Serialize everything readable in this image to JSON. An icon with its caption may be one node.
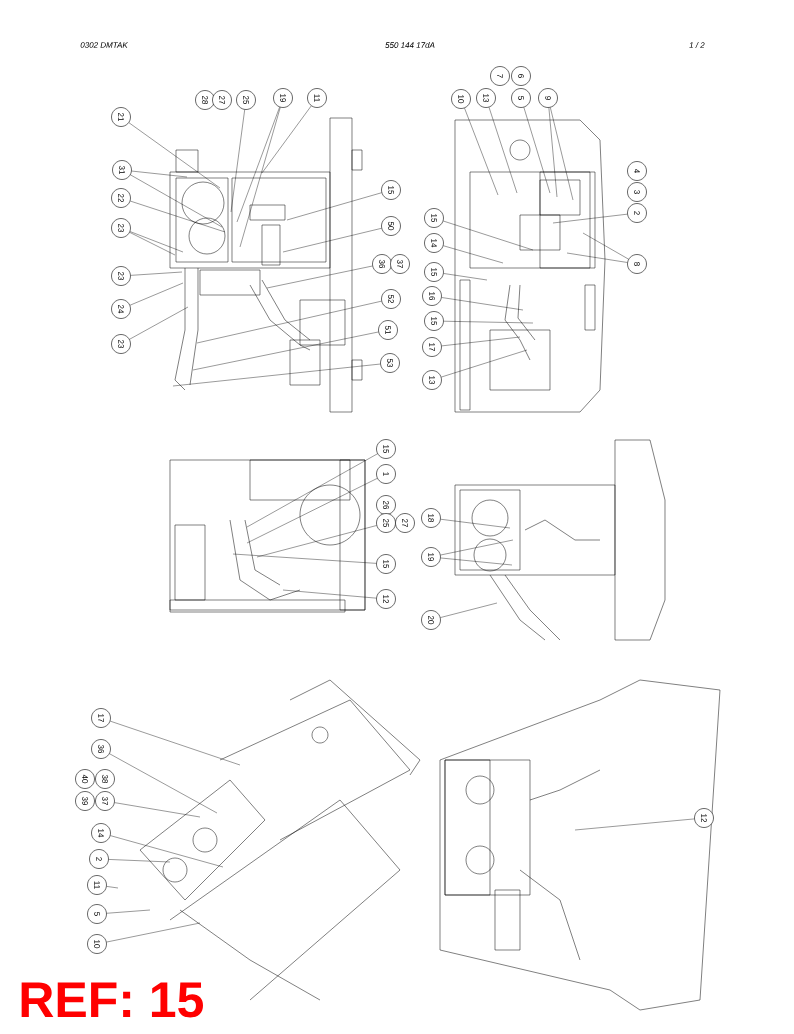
{
  "diagram": {
    "nodes": [
      {
        "text": [
          "21"
        ]
      },
      {
        "text": [
          "28"
        ]
      },
      {
        "text": [
          "27"
        ]
      },
      {
        "text": [
          "25"
        ]
      },
      {
        "text": [
          "19"
        ]
      },
      {
        "text": [
          "11"
        ]
      },
      {
        "text": [
          "31"
        ]
      },
      {
        "text": [
          "22"
        ]
      },
      {
        "text": [
          "23"
        ]
      },
      {
        "text": [
          "23"
        ]
      },
      {
        "text": [
          "24"
        ]
      },
      {
        "text": [
          "23"
        ]
      },
      {
        "text": [
          "15"
        ]
      },
      {
        "text": [
          "50"
        ]
      },
      {
        "text": [
          "36"
        ]
      },
      {
        "text": [
          "37"
        ]
      },
      {
        "text": [
          "52"
        ]
      },
      {
        "text": [
          "51"
        ]
      },
      {
        "text": [
          "53"
        ]
      },
      {
        "text": [
          "7"
        ]
      },
      {
        "text": [
          "6"
        ]
      },
      {
        "text": [
          "10"
        ]
      },
      {
        "text": [
          "13"
        ]
      },
      {
        "text": [
          "5"
        ]
      },
      {
        "text": [
          "9"
        ]
      },
      {
        "text": [
          "4"
        ]
      },
      {
        "text": [
          "3"
        ]
      },
      {
        "text": [
          "2"
        ]
      },
      {
        "text": [
          "8"
        ]
      },
      {
        "text": [
          "15"
        ]
      },
      {
        "text": [
          "14"
        ]
      },
      {
        "text": [
          "15"
        ]
      },
      {
        "text": [
          "16"
        ]
      },
      {
        "text": [
          "15"
        ]
      },
      {
        "text": [
          "17"
        ]
      },
      {
        "text": [
          "13"
        ]
      },
      {
        "text": [
          "15"
        ]
      },
      {
        "text": [
          "1"
        ]
      },
      {
        "text": [
          "26"
        ]
      },
      {
        "text": [
          "25"
        ]
      },
      {
        "text": [
          "27"
        ]
      },
      {
        "text": [
          "15"
        ]
      },
      {
        "text": [
          "12"
        ]
      },
      {
        "text": [
          "18"
        ]
      },
      {
        "text": [
          "19"
        ]
      },
      {
        "text": [
          "20"
        ]
      },
      {
        "text": [
          "17"
        ]
      },
      {
        "text": [
          "36"
        ]
      },
      {
        "text": [
          "40"
        ]
      },
      {
        "text": [
          "38"
        ]
      },
      {
        "text": [
          "39"
        ]
      },
      {
        "text": [
          "37"
        ]
      },
      {
        "text": [
          "14"
        ]
      },
      {
        "text": [
          "2"
        ]
      },
      {
        "text": [
          "11"
        ]
      },
      {
        "text": [
          "5"
        ]
      },
      {
        "text": [
          "10"
        ]
      },
      {
        "text": [
          "12"
        ]
      }
    ],
    "edges": [
      {
        "from": 0,
        "to": null,
        "arrow": "none"
      },
      {
        "from": 3,
        "to": null,
        "arrow": "none"
      },
      {
        "from": 4,
        "to": null,
        "arrow": "none"
      },
      {
        "from": 4,
        "to": null,
        "arrow": "none"
      },
      {
        "from": 5,
        "to": null,
        "arrow": "none"
      },
      {
        "from": 6,
        "to": null,
        "arrow": "none"
      },
      {
        "from": 6,
        "to": null,
        "arrow": "none"
      },
      {
        "from": 7,
        "to": null,
        "arrow": "none"
      },
      {
        "from": 8,
        "to": null,
        "arrow": "none"
      },
      {
        "from": 8,
        "to": null,
        "arrow": "none"
      },
      {
        "from": 9,
        "to": null,
        "arrow": "none"
      },
      {
        "from": 10,
        "to": null,
        "arrow": "none"
      },
      {
        "from": 11,
        "to": null,
        "arrow": "none"
      },
      {
        "from": 12,
        "to": null,
        "arrow": "none"
      },
      {
        "from": 13,
        "to": null,
        "arrow": "none"
      },
      {
        "from": 14,
        "to": null,
        "arrow": "none"
      },
      {
        "from": 16,
        "to": null,
        "arrow": "none"
      },
      {
        "from": 17,
        "to": null,
        "arrow": "none"
      },
      {
        "from": 18,
        "to": null,
        "arrow": "none"
      },
      {
        "from": 21,
        "to": null,
        "arrow": "none"
      },
      {
        "from": 22,
        "to": null,
        "arrow": "none"
      },
      {
        "from": 23,
        "to": null,
        "arrow": "none"
      },
      {
        "from": 24,
        "to": null,
        "arrow": "none"
      },
      {
        "from": 24,
        "to": null,
        "arrow": "none"
      },
      {
        "from": 27,
        "to": null,
        "arrow": "none"
      },
      {
        "from": 28,
        "to": null,
        "arrow": "none"
      },
      {
        "from": 28,
        "to": null,
        "arrow": "none"
      },
      {
        "from": 29,
        "to": null,
        "arrow": "none"
      },
      {
        "from": 30,
        "to": null,
        "arrow": "none"
      },
      {
        "from": 31,
        "to": null,
        "arrow": "none"
      },
      {
        "from": 32,
        "to": null,
        "arrow": "none"
      },
      {
        "from": 33,
        "to": null,
        "arrow": "none"
      },
      {
        "from": 34,
        "to": null,
        "arrow": "none"
      },
      {
        "from": 35,
        "to": null,
        "arrow": "none"
      },
      {
        "from": 36,
        "to": null,
        "arrow": "none"
      },
      {
        "from": 37,
        "to": null,
        "arrow": "none"
      },
      {
        "from": 39,
        "to": null,
        "arrow": "none"
      },
      {
        "from": 41,
        "to": null,
        "arrow": "none"
      },
      {
        "from": 42,
        "to": null,
        "arrow": "none"
      },
      {
        "from": 43,
        "to": null,
        "arrow": "none"
      },
      {
        "from": 44,
        "to": null,
        "arrow": "none"
      },
      {
        "from": 44,
        "to": null,
        "arrow": "none"
      },
      {
        "from": 45,
        "to": null,
        "arrow": "none"
      },
      {
        "from": 46,
        "to": null,
        "arrow": "none"
      },
      {
        "from": 47,
        "to": null,
        "arrow": "none"
      },
      {
        "from": 51,
        "to": null,
        "arrow": "none"
      },
      {
        "from": 52,
        "to": null,
        "arrow": "none"
      },
      {
        "from": 53,
        "to": null,
        "arrow": "none"
      },
      {
        "from": 54,
        "to": null,
        "arrow": "none"
      },
      {
        "from": 55,
        "to": null,
        "arrow": "none"
      },
      {
        "from": 56,
        "to": null,
        "arrow": "none"
      },
      {
        "from": 57,
        "to": null,
        "arrow": "none"
      }
    ],
    "labels": [
      "0302 DMTAK",
      "550 144 17dA",
      "1 / 2",
      "REF: 15"
    ]
  }
}
